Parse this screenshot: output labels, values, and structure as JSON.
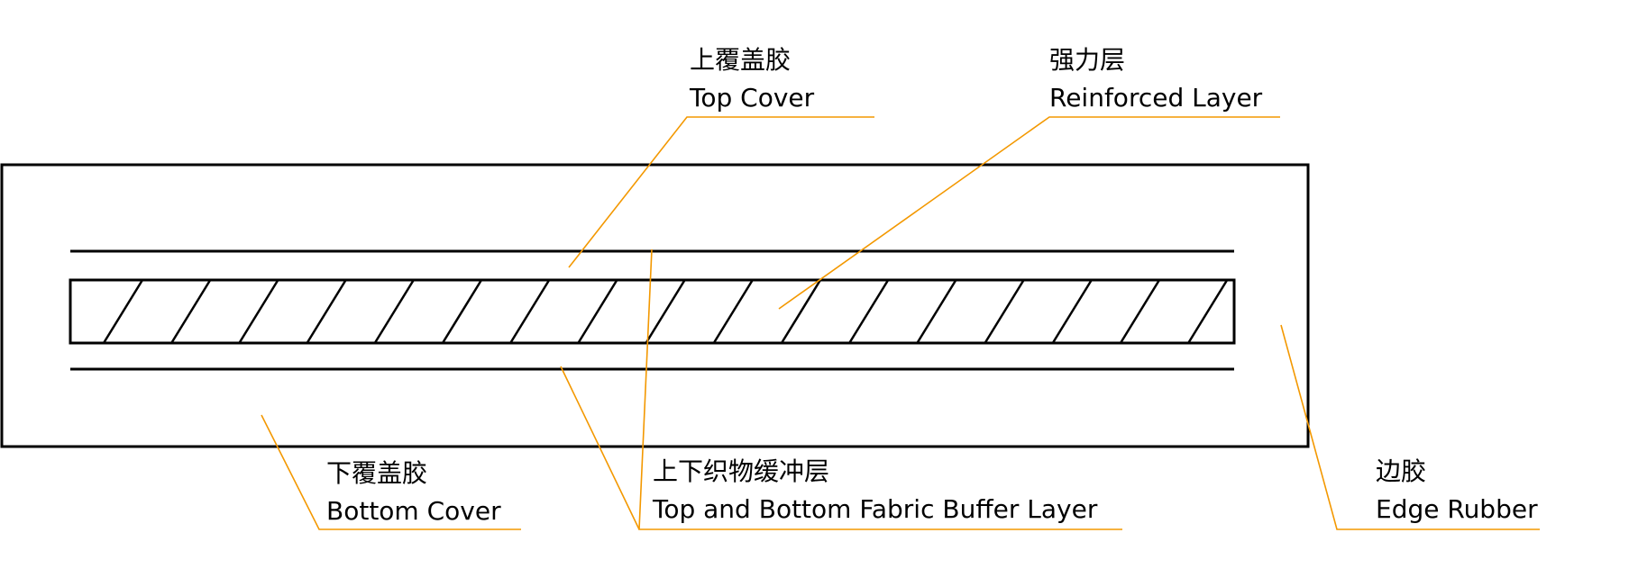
{
  "colors": {
    "leader": "#f39800",
    "outline": "#000000"
  },
  "labels": {
    "top_cover": {
      "zh": "上覆盖胶",
      "en": "Top Cover"
    },
    "reinforced_layer": {
      "zh": "强力层",
      "en": "Reinforced Layer"
    },
    "bottom_cover": {
      "zh": "下覆盖胶",
      "en": "Bottom Cover"
    },
    "buffer_layer": {
      "zh": "上下织物缓冲层",
      "en": "Top and Bottom Fabric Buffer Layer"
    },
    "edge_rubber": {
      "zh": "边胶",
      "en": "Edge Rubber"
    }
  },
  "hatch_count": 17
}
